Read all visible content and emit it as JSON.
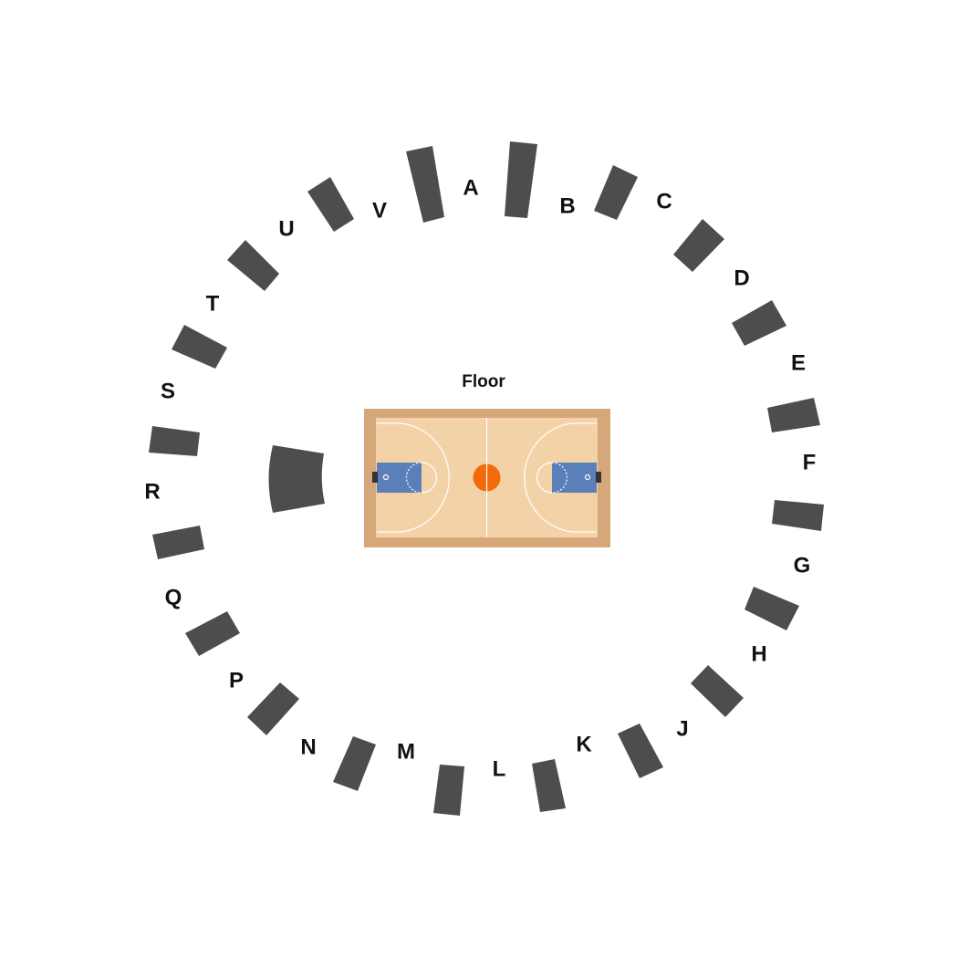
{
  "map": {
    "floor_label": "Floor",
    "colors": {
      "section": "#4d4d4d",
      "label": "#111111",
      "court_border": "#d6a77a",
      "court_floor": "#f3d2a8",
      "paint": "#5b7fb8",
      "court_lines": "#ffffff",
      "center_circle": "#f26a0c",
      "hoop": "#333333"
    },
    "sections": [
      {
        "id": "A",
        "label": "A"
      },
      {
        "id": "B",
        "label": "B"
      },
      {
        "id": "C",
        "label": "C"
      },
      {
        "id": "D",
        "label": "D"
      },
      {
        "id": "E",
        "label": "E"
      },
      {
        "id": "F",
        "label": "F"
      },
      {
        "id": "G",
        "label": "G"
      },
      {
        "id": "H",
        "label": "H"
      },
      {
        "id": "J",
        "label": "J"
      },
      {
        "id": "K",
        "label": "K"
      },
      {
        "id": "L",
        "label": "L"
      },
      {
        "id": "M",
        "label": "M"
      },
      {
        "id": "N",
        "label": "N"
      },
      {
        "id": "P",
        "label": "P"
      },
      {
        "id": "Q",
        "label": "Q"
      },
      {
        "id": "R",
        "label": "R"
      },
      {
        "id": "S",
        "label": "S"
      },
      {
        "id": "T",
        "label": "T"
      },
      {
        "id": "U",
        "label": "U"
      },
      {
        "id": "V",
        "label": "V"
      }
    ]
  }
}
